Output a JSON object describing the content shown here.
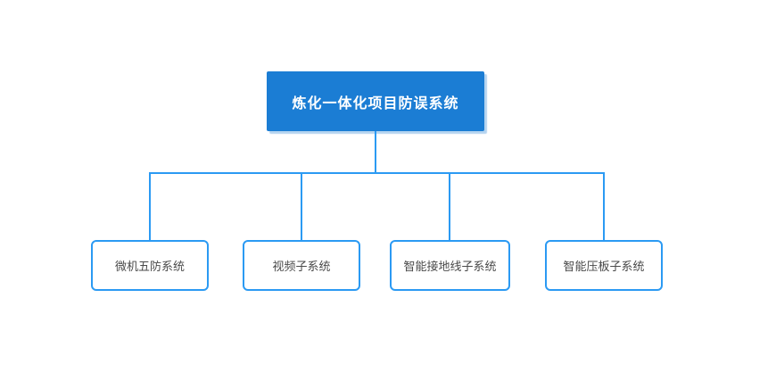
{
  "diagram": {
    "root": {
      "label": "炼化一体化项目防误系统"
    },
    "children": [
      {
        "label": "微机五防系统"
      },
      {
        "label": "视频子系统"
      },
      {
        "label": "智能接地线子系统"
      },
      {
        "label": "智能压板子系统"
      }
    ],
    "colors": {
      "root_fill": "#1b7dd4",
      "root_text": "#ffffff",
      "node_border": "#2b9af3",
      "node_text": "#4a4a4a",
      "connector": "#2b9af3",
      "background": "#ffffff",
      "root_shadow": "#b5d4f0"
    }
  }
}
